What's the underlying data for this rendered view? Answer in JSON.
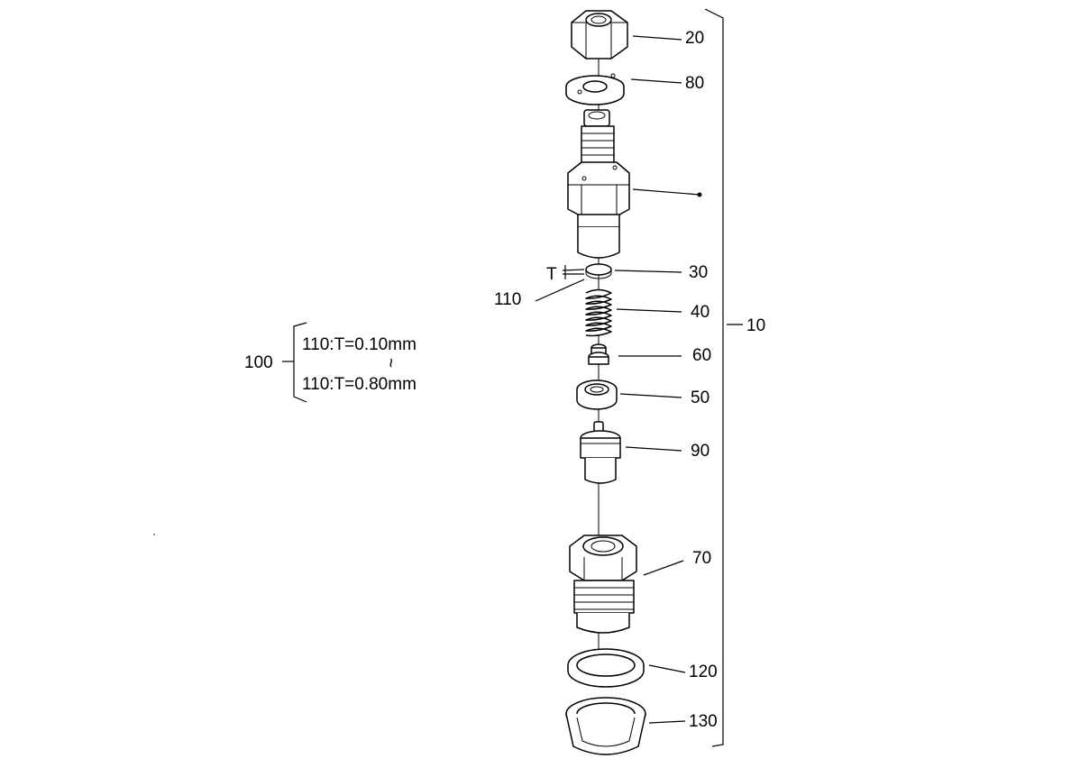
{
  "callouts": {
    "c20": "20",
    "c80": "80",
    "c30": "30",
    "c110": "110",
    "c40": "40",
    "c10": "10",
    "c60": "60",
    "c50": "50",
    "c90": "90",
    "c70": "70",
    "c120": "120",
    "c130": "130",
    "t_mark": "T"
  },
  "shim_group": {
    "label": "100",
    "min": "110:T=0.10mm",
    "range_mark": "~",
    "max": "110:T=0.80mm"
  }
}
